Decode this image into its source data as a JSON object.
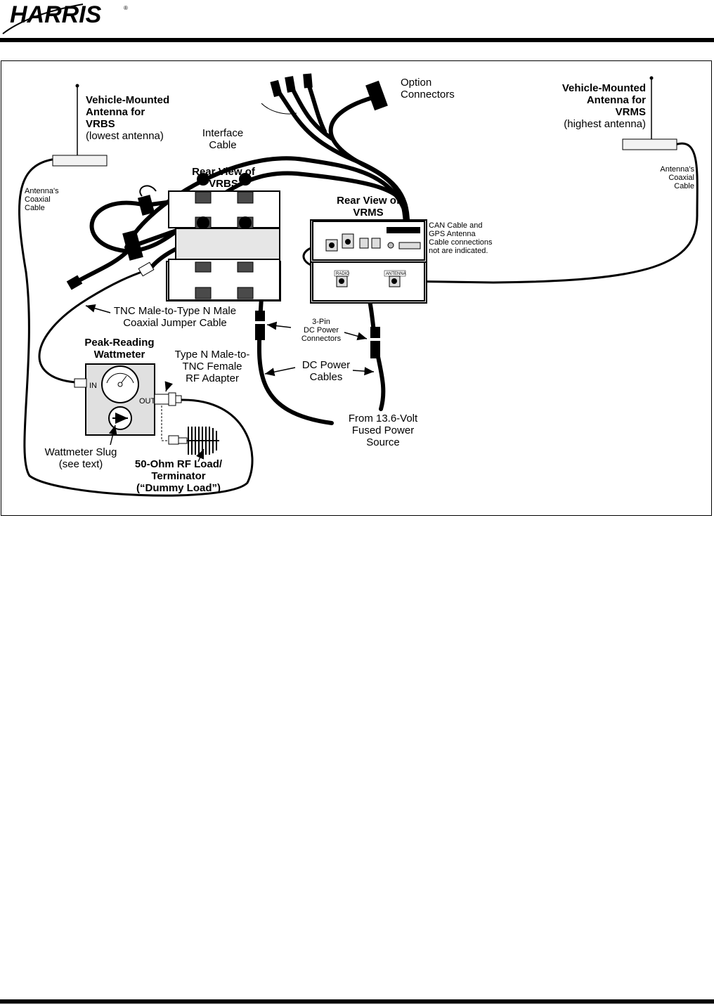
{
  "header": {
    "logo_text": "HARRIS"
  },
  "figure": {
    "labels": {
      "vrbs_antenna": [
        "Vehicle-Mounted",
        "Antenna for",
        "VRBS"
      ],
      "vrbs_antenna_note": "(lowest antenna)",
      "vrms_antenna": [
        "Vehicle-Mounted",
        "Antenna for",
        "VRMS"
      ],
      "vrms_antenna_note": "(highest antenna)",
      "option_connectors": [
        "Option",
        "Connectors"
      ],
      "interface_cable": [
        "Interface",
        "Cable"
      ],
      "rear_vrbs": [
        "Rear View of",
        "VRBS"
      ],
      "rear_vrms": [
        "Rear View of",
        "VRMS"
      ],
      "antenna_coax_left": [
        "Antenna's",
        "Coaxial",
        "Cable"
      ],
      "antenna_coax_right": [
        "Antenna's",
        "Coaxial",
        "Cable"
      ],
      "can_note": [
        "CAN Cable and",
        "GPS Antenna",
        "Cable connections",
        "not are indicated."
      ],
      "tnc_jumper": [
        "TNC Male-to-Type N Male",
        "Coaxial Jumper Cable"
      ],
      "dc_connectors": [
        "3-Pin",
        "DC Power",
        "Connectors"
      ],
      "wattmeter": [
        "Peak-Reading",
        "Wattmeter"
      ],
      "rf_adapter": [
        "Type N Male-to-",
        "TNC Female",
        "RF Adapter"
      ],
      "dc_cables": [
        "DC Power",
        "Cables"
      ],
      "power_source": [
        "From 13.6-Volt",
        "Fused Power",
        "Source"
      ],
      "wattmeter_slug": [
        "Wattmeter Slug",
        "(see text)"
      ],
      "dummy_load": [
        "50-Ohm RF Load/",
        "Terminator",
        "(“Dummy Load”)"
      ],
      "port_in": "IN",
      "port_out": "OUT",
      "port_radio": "RADIO",
      "port_antenna": "ANTENNA"
    }
  }
}
